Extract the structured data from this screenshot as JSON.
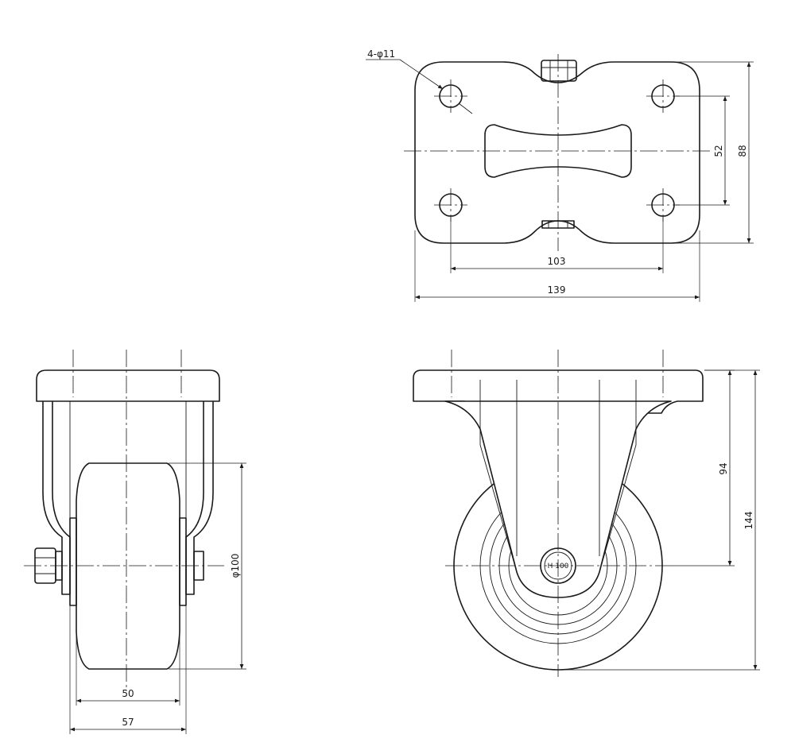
{
  "top_view": {
    "hole_callout": "4-φ11",
    "dim_hole_spacing_vertical": "52",
    "dim_plate_height": "88",
    "dim_hole_spacing_horizontal": "103",
    "dim_plate_width": "139"
  },
  "side_view": {
    "dim_wheel_diameter": "φ100",
    "dim_wheel_width": "50",
    "dim_overall_width": "57"
  },
  "front_view": {
    "dim_axle_height": "94",
    "dim_overall_height": "144",
    "hub_marking": "H 100"
  }
}
